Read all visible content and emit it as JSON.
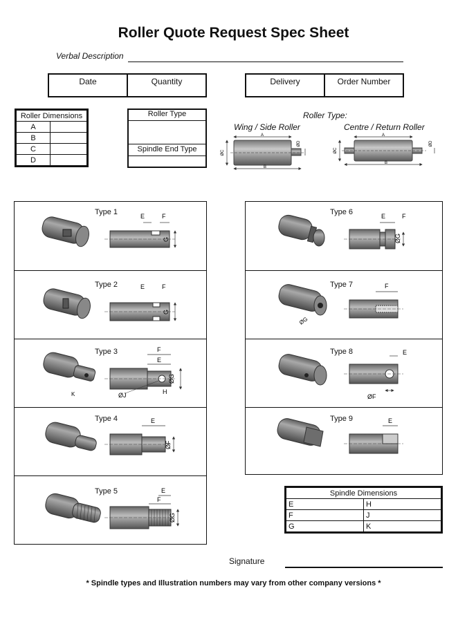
{
  "title": "Roller Quote Request Spec Sheet",
  "verbal_description_label": "Verbal Description",
  "header_fields": [
    "Date",
    "Quantity",
    "Delivery",
    "Order Number"
  ],
  "roller_dimensions": {
    "heading": "Roller Dimensions",
    "rows": [
      "A",
      "B",
      "C",
      "D"
    ]
  },
  "roller_type_box": {
    "heading": "Roller Type",
    "spindle_end_type": "Spindle End Type"
  },
  "roller_type_diagrams": {
    "heading": "Roller Type:",
    "wing": {
      "label": "Wing / Side Roller",
      "dims": [
        "A",
        "B",
        "ØC",
        "ØD"
      ]
    },
    "centre": {
      "label": "Centre  / Return Roller",
      "dims": [
        "A",
        "B",
        "ØC",
        "ØD"
      ]
    }
  },
  "spindle_types": {
    "left": [
      {
        "label": "Type 1",
        "dims": [
          "E",
          "F",
          "G"
        ]
      },
      {
        "label": "Type 2",
        "dims": [
          "E",
          "F",
          "G"
        ]
      },
      {
        "label": "Type 3",
        "dims": [
          "F",
          "E",
          "ØG",
          "ØJ",
          "H",
          "K"
        ]
      },
      {
        "label": "Type 4",
        "dims": [
          "E",
          "ØF"
        ]
      },
      {
        "label": "Type 5",
        "dims": [
          "E",
          "F",
          "ØG"
        ]
      }
    ],
    "right": [
      {
        "label": "Type 6",
        "dims": [
          "E",
          "F",
          "ØG"
        ]
      },
      {
        "label": "Type 7",
        "dims": [
          "F",
          "ØG"
        ]
      },
      {
        "label": "Type 8",
        "dims": [
          "E",
          "ØF"
        ]
      },
      {
        "label": "Type 9",
        "dims": [
          "E"
        ]
      }
    ]
  },
  "spindle_dimensions": {
    "heading": "Spindle Dimensions",
    "rows": [
      [
        "E",
        "H"
      ],
      [
        "F",
        "J"
      ],
      [
        "G",
        "K"
      ]
    ]
  },
  "signature_label": "Signature",
  "footer_note": "* Spindle types and Illustration numbers may vary from other company versions *"
}
